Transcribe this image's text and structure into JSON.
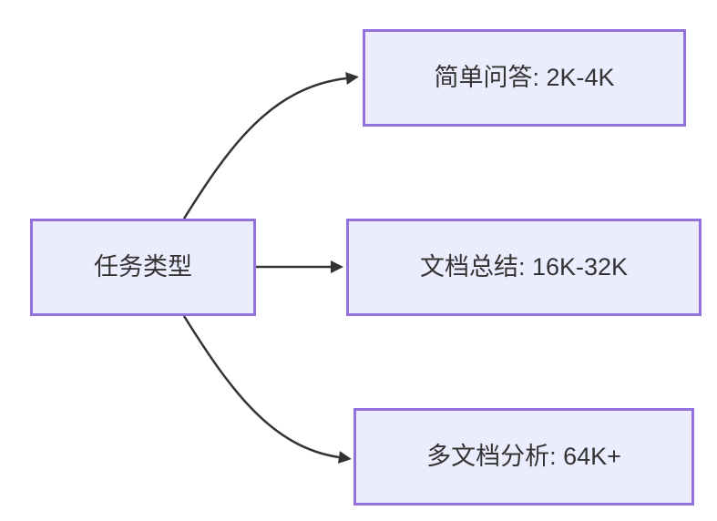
{
  "diagram": {
    "root": {
      "label": "任务类型"
    },
    "children": [
      {
        "label": "简单问答: 2K-4K"
      },
      {
        "label": "文档总结: 16K-32K"
      },
      {
        "label": "多文档分析: 64K+"
      }
    ]
  },
  "colors": {
    "background": "#FFFFFF",
    "node_fill": "#ECECFF",
    "node_border": "#9370DB",
    "edge_color": "#333333",
    "text_color": "#333333"
  }
}
